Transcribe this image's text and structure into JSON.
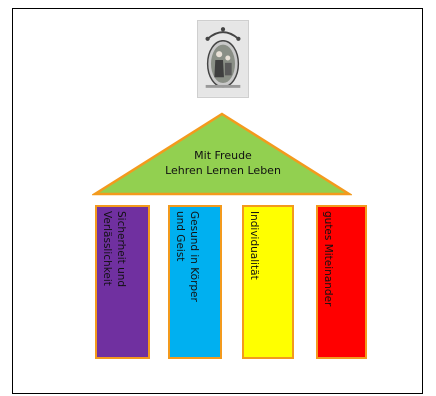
{
  "diagram": {
    "roof": {
      "line1": "Mit Freude",
      "line2": "Lehren Lernen Leben",
      "fill": "#92d050",
      "stroke": "#f39a1d"
    },
    "pillars": [
      {
        "line1": "Sicherheit und",
        "line2": "Verlässlichkeit",
        "color": "#7030a0"
      },
      {
        "line1": "Gesund in Körper",
        "line2": "und Geist",
        "color": "#00b0f0"
      },
      {
        "line1": "Individualität",
        "line2": "",
        "color": "#ffff00"
      },
      {
        "line1": "gutes Miteinander",
        "line2": "",
        "color": "#ff0000"
      }
    ],
    "border_color": "#f39a1d"
  }
}
